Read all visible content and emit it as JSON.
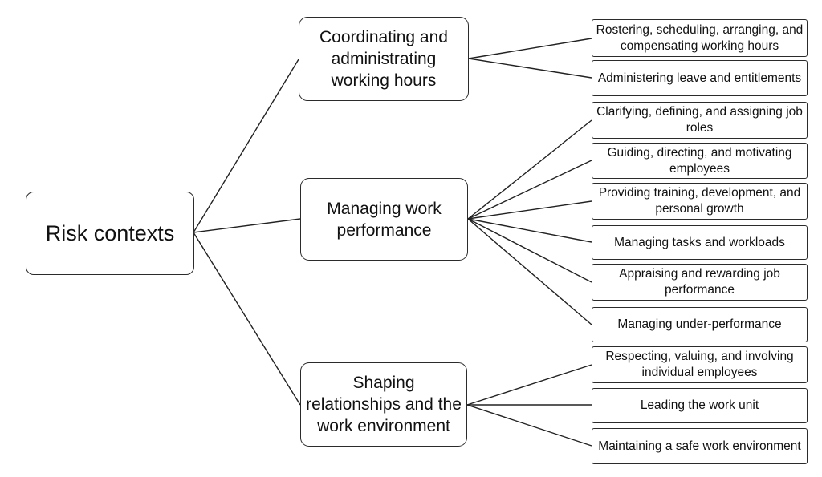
{
  "root": {
    "label": "Risk contexts"
  },
  "branches": [
    {
      "label": "Coordinating and administrating working hours",
      "items": [
        "Rostering, scheduling, arranging, and compensating working hours",
        "Administering leave and entitlements"
      ]
    },
    {
      "label": "Managing work performance",
      "items": [
        "Clarifying, defining, and assigning job roles",
        "Guiding, directing, and motivating employees",
        "Providing training, development, and personal growth",
        "Managing tasks and workloads",
        "Appraising and rewarding job performance",
        "Managing under-performance"
      ]
    },
    {
      "label": "Shaping relationships and the work environment",
      "items": [
        "Respecting, valuing, and involving individual employees",
        "Leading the work unit",
        "Maintaining a safe work environment"
      ]
    }
  ]
}
